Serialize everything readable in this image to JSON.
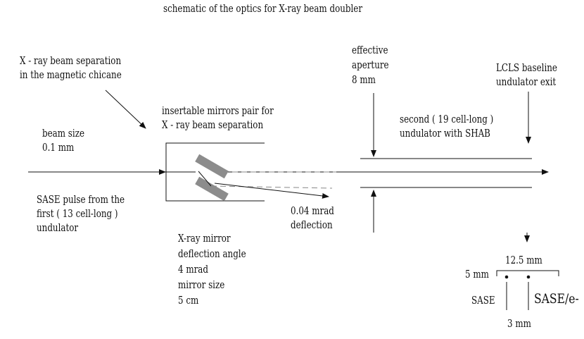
{
  "title": "schematic of the optics for X-ray beam doubler",
  "labels": {
    "chicane": [
      "X - ray beam separation",
      "in the magnetic chicane"
    ],
    "mirrors_pair": [
      "insertable mirrors pair for",
      "X - ray beam separation"
    ],
    "beam_size": [
      "beam size",
      "0.1 mm"
    ],
    "sase_pulse": [
      "SASE pulse from the",
      "first ( 13 cell-long )",
      "undulator"
    ],
    "mirror_info": [
      "X-ray mirror",
      "deflection angle",
      "4 mrad",
      "mirror size",
      "5 cm"
    ],
    "deflection": [
      "0.04 mrad",
      "deflection"
    ],
    "aperture": [
      "effective",
      "aperture",
      "8 mm"
    ],
    "lcls": [
      "LCLS baseline",
      "undulator exit"
    ],
    "second_undulator": [
      "second ( 19 cell-long )",
      "undulator with SHAB"
    ],
    "dim_12_5": "12.5 mm",
    "dim_5": "5 mm",
    "sase": "SASE",
    "sase_e": "SASE/e-",
    "dim_3": "3 mm"
  }
}
